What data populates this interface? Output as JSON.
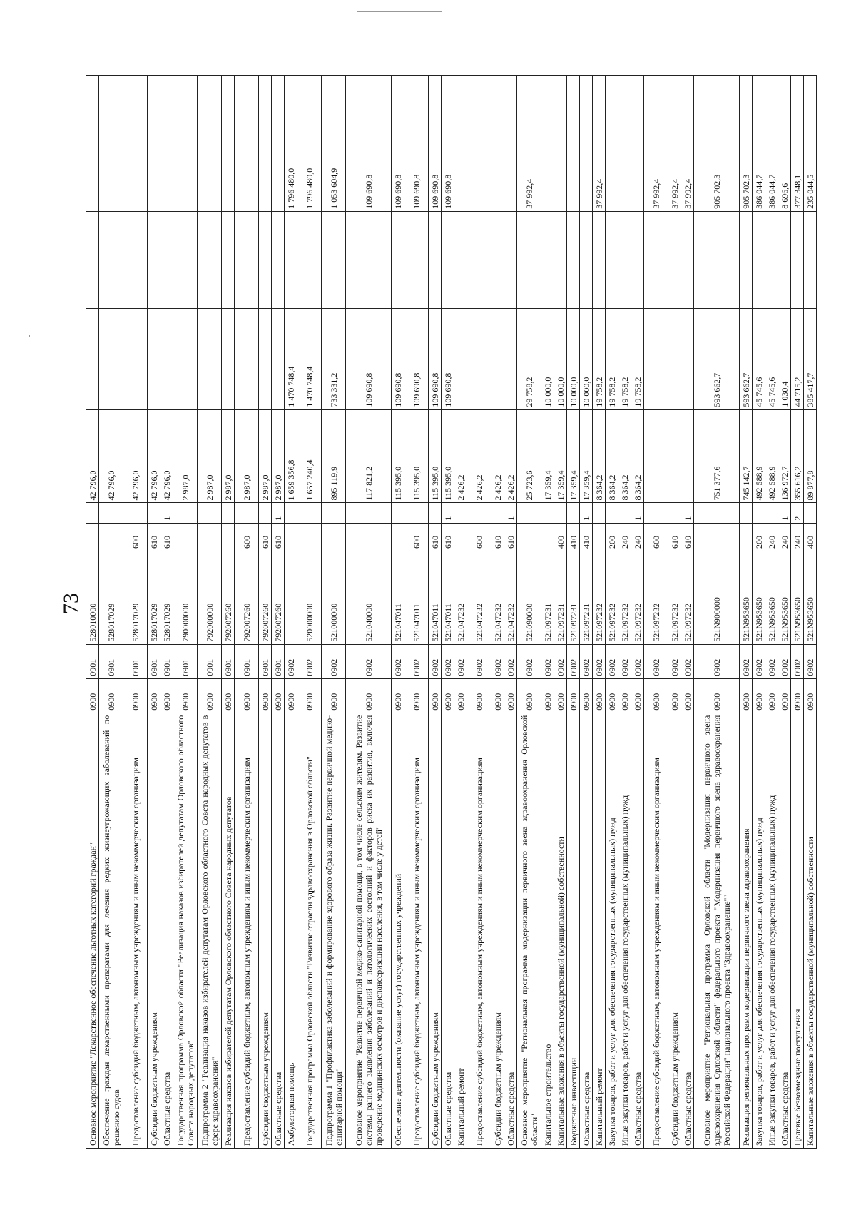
{
  "page_number": "73",
  "rows": [
    {
      "name": "Основное мероприятие \"Лекарственное обеспечение льготных категорий граждан\"",
      "rz": "0900",
      "pr": "0901",
      "csr": "528010000",
      "vr": "",
      "x": "",
      "v1": "42 796,0",
      "v2": "",
      "v3": "",
      "v4": ""
    },
    {
      "name": "Обеспечение граждан лекарственными препаратами для лечения редких жизнеугрожающих заболеваний по решению судов",
      "rz": "0900",
      "pr": "0901",
      "csr": "528017029",
      "vr": "",
      "x": "",
      "v1": "42 796,0",
      "v2": "",
      "v3": "",
      "v4": ""
    },
    {
      "name": "Предоставление субсидий бюджетным, автономным учреждениям и иным некоммерческим организациям",
      "rz": "0900",
      "pr": "0901",
      "csr": "528017029",
      "vr": "600",
      "x": "",
      "v1": "42 796,0",
      "v2": "",
      "v3": "",
      "v4": ""
    },
    {
      "name": "Субсидии бюджетным учреждениям",
      "rz": "0900",
      "pr": "0901",
      "csr": "528017029",
      "vr": "610",
      "x": "",
      "v1": "42 796,0",
      "v2": "",
      "v3": "",
      "v4": ""
    },
    {
      "name": "Областные средства",
      "rz": "0900",
      "pr": "0901",
      "csr": "528017029",
      "vr": "610",
      "x": "1",
      "v1": "42 796,0",
      "v2": "",
      "v3": "",
      "v4": ""
    },
    {
      "name": "Государственная программа Орловской области \"Реализация наказов избирателей депутатам Орловского областного Совета народных депутатов\"",
      "rz": "0900",
      "pr": "0901",
      "csr": "790000000",
      "vr": "",
      "x": "",
      "v1": "2 987,0",
      "v2": "",
      "v3": "",
      "v4": ""
    },
    {
      "name": "Подпрограмма 2 \"Реализация наказов избирателей депутатам Орловского областного Совета народных депутатов в сфере здравоохранения\"",
      "rz": "0900",
      "pr": "0901",
      "csr": "792000000",
      "vr": "",
      "x": "",
      "v1": "2 987,0",
      "v2": "",
      "v3": "",
      "v4": ""
    },
    {
      "name": "Реализация наказов избирателей депутатам Орловского областного Совета народных депутатов",
      "rz": "0900",
      "pr": "0901",
      "csr": "792007260",
      "vr": "",
      "x": "",
      "v1": "2 987,0",
      "v2": "",
      "v3": "",
      "v4": ""
    },
    {
      "name": "Предоставление субсидий бюджетным, автономным учреждениям и иным некоммерческим организациям",
      "rz": "0900",
      "pr": "0901",
      "csr": "792007260",
      "vr": "600",
      "x": "",
      "v1": "2 987,0",
      "v2": "",
      "v3": "",
      "v4": ""
    },
    {
      "name": "Субсидии бюджетным учреждениям",
      "rz": "0900",
      "pr": "0901",
      "csr": "792007260",
      "vr": "610",
      "x": "",
      "v1": "2 987,0",
      "v2": "",
      "v3": "",
      "v4": ""
    },
    {
      "name": "Областные средства",
      "rz": "0900",
      "pr": "0901",
      "csr": "792007260",
      "vr": "610",
      "x": "1",
      "v1": "2 987,0",
      "v2": "",
      "v3": "",
      "v4": ""
    },
    {
      "name": "Амбулаторная помощь",
      "rz": "0900",
      "pr": "0902",
      "csr": "",
      "vr": "",
      "x": "",
      "v1": "1 659 356,8",
      "v2": "1 470 748,4",
      "v3": "",
      "v4": "1 796 480,0"
    },
    {
      "name": "Государственная программа Орловской области \"Развитие отрасли здравоохранения в Орловской области\"",
      "rz": "0900",
      "pr": "0902",
      "csr": "520000000",
      "vr": "",
      "x": "",
      "v1": "1 657 240,4",
      "v2": "1 470 748,4",
      "v3": "",
      "v4": "1 796 480,0"
    },
    {
      "name": "Подпрограмма 1 \"Профилактика заболеваний и формирование здорового образа жизни. Развитие первичной медико-санитарной помощи\"",
      "rz": "0900",
      "pr": "0902",
      "csr": "521000000",
      "vr": "",
      "x": "",
      "v1": "895 119,9",
      "v2": "733 331,2",
      "v3": "",
      "v4": "1 053 604,9"
    },
    {
      "name": "Основное мероприятие \"Развитие первичной медико-санитарной помощи, в том числе сельским жителям. Развитие системы раннего выявления заболеваний и патологических состояний и факторов риска их развития, включая проведение медицинских осмотров и диспансеризации населения, в том числе у детей\"",
      "rz": "0900",
      "pr": "0902",
      "csr": "521040000",
      "vr": "",
      "x": "",
      "v1": "117 821,2",
      "v2": "109 690,8",
      "v3": "",
      "v4": "109 690,8"
    },
    {
      "name": "Обеспечение деятельности (оказание услуг) государственных учреждений",
      "rz": "0900",
      "pr": "0902",
      "csr": "521047011",
      "vr": "",
      "x": "",
      "v1": "115 395,0",
      "v2": "109 690,8",
      "v3": "",
      "v4": "109 690,8"
    },
    {
      "name": "Предоставление субсидий бюджетным, автономным учреждениям и иным некоммерческим организациям",
      "rz": "0900",
      "pr": "0902",
      "csr": "521047011",
      "vr": "600",
      "x": "",
      "v1": "115 395,0",
      "v2": "109 690,8",
      "v3": "",
      "v4": "109 690,8"
    },
    {
      "name": "Субсидии бюджетным учреждениям",
      "rz": "0900",
      "pr": "0902",
      "csr": "521047011",
      "vr": "610",
      "x": "",
      "v1": "115 395,0",
      "v2": "109 690,8",
      "v3": "",
      "v4": "109 690,8"
    },
    {
      "name": "Областные средства",
      "rz": "0900",
      "pr": "0902",
      "csr": "521047011",
      "vr": "610",
      "x": "1",
      "v1": "115 395,0",
      "v2": "109 690,8",
      "v3": "",
      "v4": "109 690,8"
    },
    {
      "name": "Капитальный ремонт",
      "rz": "0900",
      "pr": "0902",
      "csr": "521047232",
      "vr": "",
      "x": "",
      "v1": "2 426,2",
      "v2": "",
      "v3": "",
      "v4": ""
    },
    {
      "name": "Предоставление субсидий бюджетным, автономным учреждениям и иным некоммерческим организациям",
      "rz": "0900",
      "pr": "0902",
      "csr": "521047232",
      "vr": "600",
      "x": "",
      "v1": "2 426,2",
      "v2": "",
      "v3": "",
      "v4": ""
    },
    {
      "name": "Субсидии бюджетным учреждениям",
      "rz": "0900",
      "pr": "0902",
      "csr": "521047232",
      "vr": "610",
      "x": "",
      "v1": "2 426,2",
      "v2": "",
      "v3": "",
      "v4": ""
    },
    {
      "name": "Областные средства",
      "rz": "0900",
      "pr": "0902",
      "csr": "521047232",
      "vr": "610",
      "x": "1",
      "v1": "2 426,2",
      "v2": "",
      "v3": "",
      "v4": ""
    },
    {
      "name": "Основное мероприятие \"Региональная программа модернизации первичного звена здравоохранения Орловской области\"",
      "rz": "0900",
      "pr": "0902",
      "csr": "521090000",
      "vr": "",
      "x": "",
      "v1": "25 723,6",
      "v2": "29 758,2",
      "v3": "",
      "v4": "37 992,4"
    },
    {
      "name": "Капитальное строительство",
      "rz": "0900",
      "pr": "0902",
      "csr": "521097231",
      "vr": "",
      "x": "",
      "v1": "17 359,4",
      "v2": "10 000,0",
      "v3": "",
      "v4": ""
    },
    {
      "name": "Капитальные вложения в объекты государственной (муниципальной) собственности",
      "rz": "0900",
      "pr": "0902",
      "csr": "521097231",
      "vr": "400",
      "x": "",
      "v1": "17 359,4",
      "v2": "10 000,0",
      "v3": "",
      "v4": ""
    },
    {
      "name": "Бюджетные инвестиции",
      "rz": "0900",
      "pr": "0902",
      "csr": "521097231",
      "vr": "410",
      "x": "",
      "v1": "17 359,4",
      "v2": "10 000,0",
      "v3": "",
      "v4": ""
    },
    {
      "name": "Областные средства",
      "rz": "0900",
      "pr": "0902",
      "csr": "521097231",
      "vr": "410",
      "x": "1",
      "v1": "17 359,4",
      "v2": "10 000,0",
      "v3": "",
      "v4": ""
    },
    {
      "name": "Капитальный ремонт",
      "rz": "0900",
      "pr": "0902",
      "csr": "521097232",
      "vr": "",
      "x": "",
      "v1": "8 364,2",
      "v2": "19 758,2",
      "v3": "",
      "v4": "37 992,4"
    },
    {
      "name": "Закупка товаров, работ и услуг для обеспечения государственных (муниципальных) нужд",
      "rz": "0900",
      "pr": "0902",
      "csr": "521097232",
      "vr": "200",
      "x": "",
      "v1": "8 364,2",
      "v2": "19 758,2",
      "v3": "",
      "v4": ""
    },
    {
      "name": "Иные закупки товаров, работ и услуг для обеспечения государственных (муниципальных) нужд",
      "rz": "0900",
      "pr": "0902",
      "csr": "521097232",
      "vr": "240",
      "x": "",
      "v1": "8 364,2",
      "v2": "19 758,2",
      "v3": "",
      "v4": ""
    },
    {
      "name": "Областные средства",
      "rz": "0900",
      "pr": "0902",
      "csr": "521097232",
      "vr": "240",
      "x": "1",
      "v1": "8 364,2",
      "v2": "19 758,2",
      "v3": "",
      "v4": ""
    },
    {
      "name": "Предоставление субсидий бюджетным, автономным учреждениям и иным некоммерческим организациям",
      "rz": "0900",
      "pr": "0902",
      "csr": "521097232",
      "vr": "600",
      "x": "",
      "v1": "",
      "v2": "",
      "v3": "",
      "v4": "37 992,4"
    },
    {
      "name": "Субсидии бюджетным учреждениям",
      "rz": "0900",
      "pr": "0902",
      "csr": "521097232",
      "vr": "610",
      "x": "",
      "v1": "",
      "v2": "",
      "v3": "",
      "v4": "37 992,4"
    },
    {
      "name": "Областные средства",
      "rz": "0900",
      "pr": "0902",
      "csr": "521097232",
      "vr": "610",
      "x": "1",
      "v1": "",
      "v2": "",
      "v3": "",
      "v4": "37 992,4"
    },
    {
      "name": "Основное мероприятие \"Региональная программа Орловской области \"Модернизация первичного звена здравоохранения Орловской области\" федерального проекта \"Модернизация первичного звена здравоохранения Российской Федерации\" национального проекта \"Здравоохранение\"\"",
      "rz": "0900",
      "pr": "0902",
      "csr": "521N900000",
      "vr": "",
      "x": "",
      "v1": "751 377,6",
      "v2": "593 662,7",
      "v3": "",
      "v4": "905 702,3"
    },
    {
      "name": "Реализация региональных программ модернизации первичного звена здравоохранения",
      "rz": "0900",
      "pr": "0902",
      "csr": "521N953650",
      "vr": "",
      "x": "",
      "v1": "745 142,7",
      "v2": "593 662,7",
      "v3": "",
      "v4": "905 702,3"
    },
    {
      "name": "Закупка товаров, работ и услуг для обеспечения государственных (муниципальных) нужд",
      "rz": "0900",
      "pr": "0902",
      "csr": "521N953650",
      "vr": "200",
      "x": "",
      "v1": "492 588,9",
      "v2": "45 745,6",
      "v3": "",
      "v4": "386 044,7"
    },
    {
      "name": "Иные закупки товаров, работ и услуг для обеспечения государственных (муниципальных) нужд",
      "rz": "0900",
      "pr": "0902",
      "csr": "521N953650",
      "vr": "240",
      "x": "",
      "v1": "492 588,9",
      "v2": "45 745,6",
      "v3": "",
      "v4": "386 044,7"
    },
    {
      "name": "Областные средства",
      "rz": "0900",
      "pr": "0902",
      "csr": "521N953650",
      "vr": "240",
      "x": "1",
      "v1": "136 972,7",
      "v2": "1 030,4",
      "v3": "",
      "v4": "8 696,6"
    },
    {
      "name": "Целевые безвозмездные поступления",
      "rz": "0900",
      "pr": "0902",
      "csr": "521N953650",
      "vr": "240",
      "x": "2",
      "v1": "355 616,2",
      "v2": "44 715,2",
      "v3": "",
      "v4": "377 348,1"
    },
    {
      "name": "Капитальные вложения в объекты государственной (муниципальной) собственности",
      "rz": "0900",
      "pr": "0902",
      "csr": "521N953650",
      "vr": "400",
      "x": "",
      "v1": "89 877,8",
      "v2": "385 417,7",
      "v3": "",
      "v4": "235 044,5"
    }
  ]
}
